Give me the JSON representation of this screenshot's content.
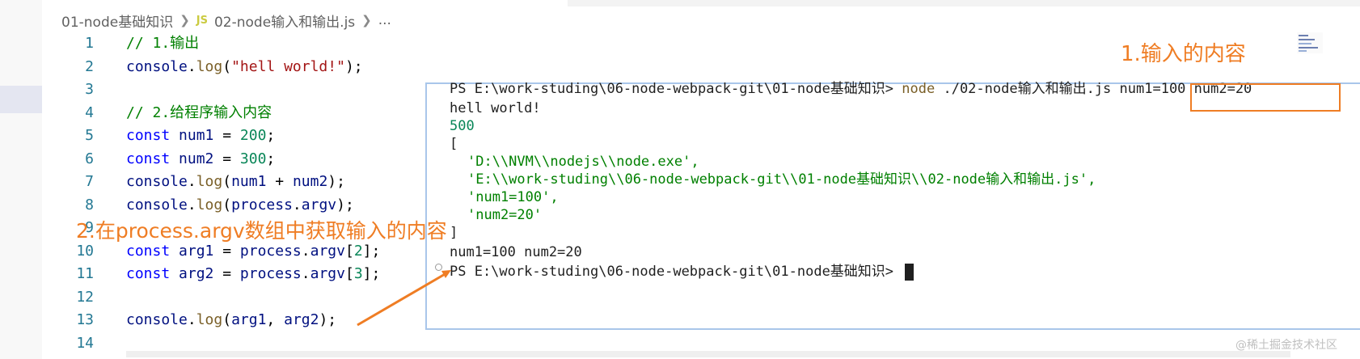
{
  "breadcrumb": {
    "folder": "01-node基础知识",
    "file_icon": "JS",
    "file": "02-node输入和输出.js",
    "more": "..."
  },
  "editor": {
    "lines": [
      {
        "n": "1",
        "tokens": [
          [
            "cm",
            "// 1.输出"
          ]
        ]
      },
      {
        "n": "2",
        "tokens": [
          [
            "var",
            "console"
          ],
          [
            "",
            "."
          ],
          [
            "fn",
            "log"
          ],
          [
            "",
            "("
          ],
          [
            "str",
            "\"hell world!\""
          ],
          [
            "",
            ");"
          ]
        ]
      },
      {
        "n": "3",
        "tokens": []
      },
      {
        "n": "4",
        "tokens": [
          [
            "cm",
            "// 2.给程序输入内容"
          ]
        ]
      },
      {
        "n": "5",
        "tokens": [
          [
            "kw",
            "const"
          ],
          [
            "",
            " "
          ],
          [
            "var",
            "num1"
          ],
          [
            "",
            " = "
          ],
          [
            "num",
            "200"
          ],
          [
            "",
            ";"
          ]
        ]
      },
      {
        "n": "6",
        "tokens": [
          [
            "kw",
            "const"
          ],
          [
            "",
            " "
          ],
          [
            "var",
            "num2"
          ],
          [
            "",
            " = "
          ],
          [
            "num",
            "300"
          ],
          [
            "",
            ";"
          ]
        ]
      },
      {
        "n": "7",
        "tokens": [
          [
            "var",
            "console"
          ],
          [
            "",
            "."
          ],
          [
            "fn",
            "log"
          ],
          [
            "",
            "("
          ],
          [
            "var",
            "num1"
          ],
          [
            "",
            " + "
          ],
          [
            "var",
            "num2"
          ],
          [
            "",
            ");"
          ]
        ]
      },
      {
        "n": "8",
        "tokens": [
          [
            "var",
            "console"
          ],
          [
            "",
            "."
          ],
          [
            "fn",
            "log"
          ],
          [
            "",
            "("
          ],
          [
            "var",
            "process"
          ],
          [
            "",
            "."
          ],
          [
            "var",
            "argv"
          ],
          [
            "",
            ");"
          ]
        ]
      },
      {
        "n": "9",
        "tokens": []
      },
      {
        "n": "10",
        "tokens": [
          [
            "kw",
            "const"
          ],
          [
            "",
            " "
          ],
          [
            "var",
            "arg1"
          ],
          [
            "",
            " = "
          ],
          [
            "var",
            "process"
          ],
          [
            "",
            "."
          ],
          [
            "var",
            "argv"
          ],
          [
            "",
            "["
          ],
          [
            "num",
            "2"
          ],
          [
            "",
            "];"
          ]
        ]
      },
      {
        "n": "11",
        "tokens": [
          [
            "kw",
            "const"
          ],
          [
            "",
            " "
          ],
          [
            "var",
            "arg2"
          ],
          [
            "",
            " = "
          ],
          [
            "var",
            "process"
          ],
          [
            "",
            "."
          ],
          [
            "var",
            "argv"
          ],
          [
            "",
            "["
          ],
          [
            "num",
            "3"
          ],
          [
            "",
            "];"
          ]
        ]
      },
      {
        "n": "12",
        "tokens": []
      },
      {
        "n": "13",
        "tokens": [
          [
            "var",
            "console"
          ],
          [
            "",
            "."
          ],
          [
            "fn",
            "log"
          ],
          [
            "",
            "("
          ],
          [
            "var",
            "arg1"
          ],
          [
            "",
            ", "
          ],
          [
            "var",
            "arg2"
          ],
          [
            "",
            ");"
          ]
        ]
      },
      {
        "n": "14",
        "tokens": []
      }
    ]
  },
  "terminal": {
    "line1_prompt": "PS E:\\work-studing\\06-node-webpack-git\\01-node基础知识> ",
    "line1_cmd": "node",
    "line1_rest": " ./02-node输入和输出.js ",
    "line1_args": "num1=100 num2=20",
    "line2": "hell world!",
    "line3": "500",
    "line4": "[",
    "line5": "'D:\\\\NVM\\\\nodejs\\\\node.exe',",
    "line6": "'E:\\\\work-studing\\\\06-node-webpack-git\\\\01-node基础知识\\\\02-node输入和输出.js',",
    "line7": "'num1=100',",
    "line8": "'num2=20'",
    "line9": "]",
    "line10": "num1=100 num2=20",
    "line11_prompt": "PS E:\\work-studing\\06-node-webpack-git\\01-node基础知识> "
  },
  "annotations": {
    "label1": "1.输入的内容",
    "label2": "2.在process.argv数组中获取输入的内容",
    "color": "#ef7d24"
  },
  "watermark": "@稀土掘金技术社区"
}
